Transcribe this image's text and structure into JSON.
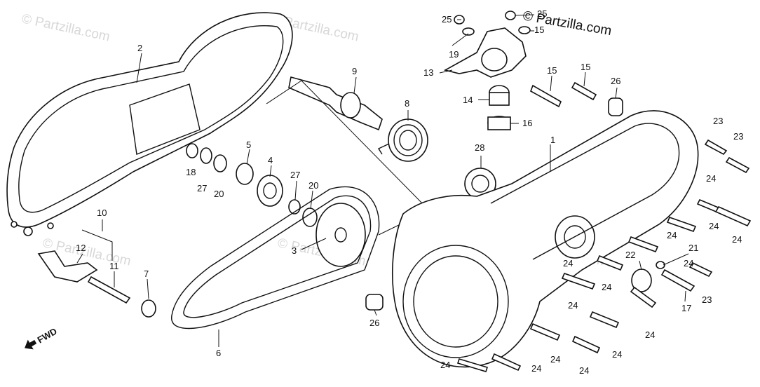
{
  "watermark": {
    "brand_text": "© Partzilla.com",
    "faint_text": "© Partzilla.com"
  },
  "orientation": {
    "fwd_label": "FWD"
  },
  "callouts": [
    {
      "id": "c1",
      "text": "1"
    },
    {
      "id": "c2",
      "text": "2"
    },
    {
      "id": "c3",
      "text": "3"
    },
    {
      "id": "c4",
      "text": "4"
    },
    {
      "id": "c5",
      "text": "5"
    },
    {
      "id": "c6",
      "text": "6"
    },
    {
      "id": "c7",
      "text": "7"
    },
    {
      "id": "c8",
      "text": "8"
    },
    {
      "id": "c9",
      "text": "9"
    },
    {
      "id": "c10",
      "text": "10"
    },
    {
      "id": "c11",
      "text": "11"
    },
    {
      "id": "c12",
      "text": "12"
    },
    {
      "id": "c13",
      "text": "13"
    },
    {
      "id": "c14",
      "text": "14"
    },
    {
      "id": "c15a",
      "text": "15"
    },
    {
      "id": "c15b",
      "text": "15"
    },
    {
      "id": "c15c",
      "text": "15"
    },
    {
      "id": "c16",
      "text": "16"
    },
    {
      "id": "c17",
      "text": "17"
    },
    {
      "id": "c18",
      "text": "18"
    },
    {
      "id": "c19",
      "text": "19"
    },
    {
      "id": "c20a",
      "text": "20"
    },
    {
      "id": "c20b",
      "text": "20"
    },
    {
      "id": "c21",
      "text": "21"
    },
    {
      "id": "c22",
      "text": "22"
    },
    {
      "id": "c23a",
      "text": "23"
    },
    {
      "id": "c23b",
      "text": "23"
    },
    {
      "id": "c23c",
      "text": "23"
    },
    {
      "id": "c24a",
      "text": "24"
    },
    {
      "id": "c24b",
      "text": "24"
    },
    {
      "id": "c24c",
      "text": "24"
    },
    {
      "id": "c24d",
      "text": "24"
    },
    {
      "id": "c24e",
      "text": "24"
    },
    {
      "id": "c24f",
      "text": "24"
    },
    {
      "id": "c24g",
      "text": "24"
    },
    {
      "id": "c24h",
      "text": "24"
    },
    {
      "id": "c24i",
      "text": "24"
    },
    {
      "id": "c24j",
      "text": "24"
    },
    {
      "id": "c24k",
      "text": "24"
    },
    {
      "id": "c24l",
      "text": "24"
    },
    {
      "id": "c24m",
      "text": "24"
    },
    {
      "id": "c24n",
      "text": "24"
    },
    {
      "id": "c25a",
      "text": "25"
    },
    {
      "id": "c25b",
      "text": "25"
    },
    {
      "id": "c26a",
      "text": "26"
    },
    {
      "id": "c26b",
      "text": "26"
    },
    {
      "id": "c27a",
      "text": "27"
    },
    {
      "id": "c27b",
      "text": "27"
    },
    {
      "id": "c28",
      "text": "28"
    }
  ]
}
